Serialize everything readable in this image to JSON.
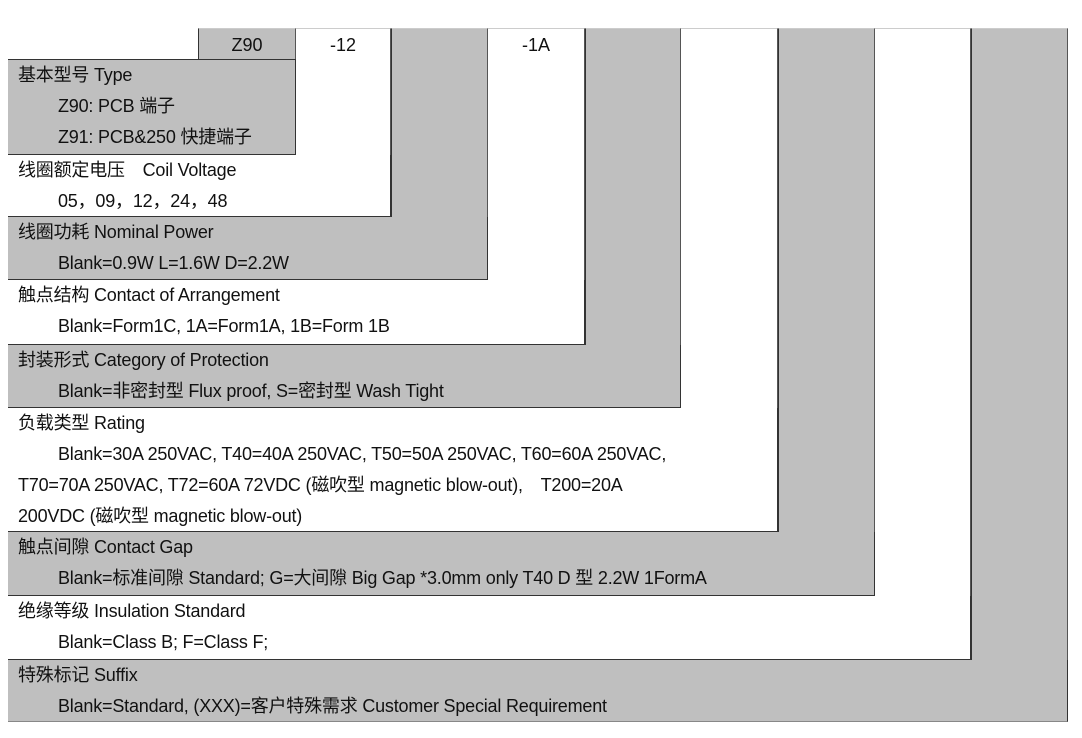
{
  "code_row": {
    "type_code": "Z90",
    "voltage_code": "-12",
    "power_code": "",
    "arrangement_code": "-1A",
    "protection_code": "",
    "rating_code": "",
    "gap_code": "",
    "insulation_code": "",
    "suffix_code": ""
  },
  "sections": {
    "type": {
      "title": "基本型号 Type",
      "lines": [
        "Z90: PCB 端子",
        "Z91: PCB&250 快捷端子"
      ]
    },
    "coil_voltage": {
      "title": "线圈额定电压　Coil Voltage",
      "lines": [
        "05，09，12，24，48"
      ]
    },
    "nominal_power": {
      "title": "线圈功耗 Nominal Power",
      "lines": [
        "Blank=0.9W L=1.6W D=2.2W"
      ]
    },
    "contact_arrangement": {
      "title": "触点结构 Contact of Arrangement",
      "lines": [
        "Blank=Form1C, 1A=Form1A, 1B=Form 1B"
      ]
    },
    "protection": {
      "title": "封装形式 Category of Protection",
      "lines": [
        "Blank=非密封型 Flux proof, S=密封型 Wash Tight"
      ]
    },
    "rating": {
      "title": "负载类型 Rating",
      "lines": [
        "Blank=30A 250VAC, T40=40A 250VAC, T50=50A 250VAC, T60=60A 250VAC,",
        "T70=70A 250VAC, T72=60A 72VDC (磁吹型 magnetic blow-out),　T200=20A",
        "200VDC (磁吹型 magnetic blow-out)"
      ]
    },
    "contact_gap": {
      "title": "触点间隙 Contact Gap",
      "lines": [
        "Blank=标准间隙 Standard; G=大间隙 Big Gap *3.0mm only T40 D 型 2.2W 1FormA"
      ]
    },
    "insulation": {
      "title": "绝缘等级 Insulation Standard",
      "lines": [
        "Blank=Class B; F=Class F;"
      ]
    },
    "suffix": {
      "title": "特殊标记 Suffix",
      "lines": [
        "Blank=Standard, (XXX)=客户特殊需求 Customer Special Requirement"
      ]
    }
  },
  "colors": {
    "gray": "#bfbfbf",
    "white": "#ffffff"
  }
}
